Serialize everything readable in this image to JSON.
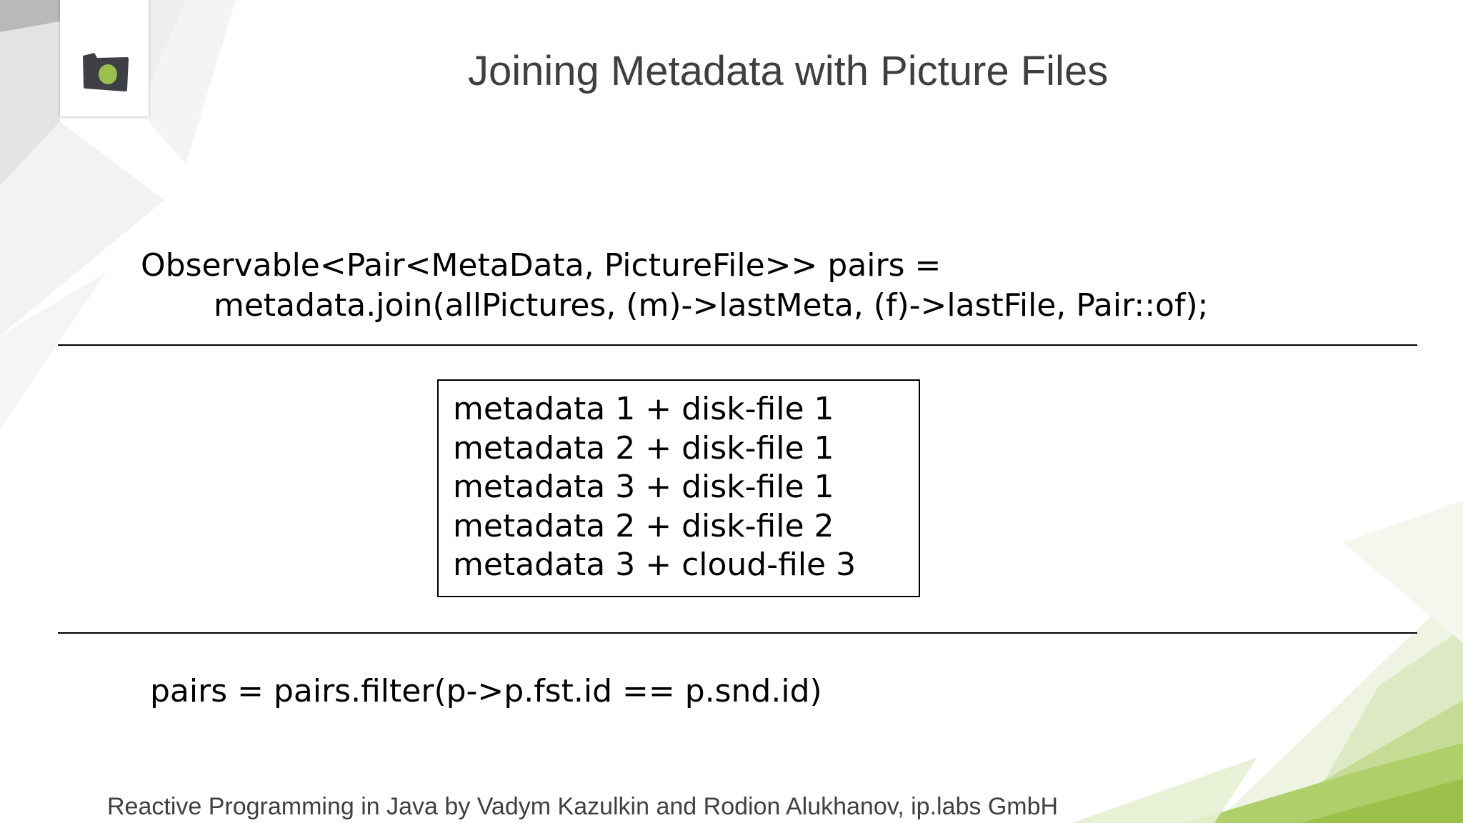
{
  "slide": {
    "title": "Joining Metadata with Picture Files",
    "code_top": [
      "Observable<Pair<MetaData, PictureFile>> pairs =",
      "metadata.join(allPictures, (m)->lastMeta, (f)->lastFile, Pair::of);"
    ],
    "results": [
      "metadata 1 + disk-file 1",
      "metadata 2 + disk-file 1",
      "metadata 3 + disk-file 1",
      "metadata 2 + disk-file 2",
      "metadata 3 + cloud-file 3"
    ],
    "code_filter": "pairs = pairs.filter(p->p.fst.id == p.snd.id)",
    "footer": "Reactive Programming in Java by Vadym Kazulkin and Rodion Alukhanov, ip.labs GmbH"
  },
  "icons": {
    "logo": "camera-logo-icon"
  },
  "colors": {
    "title": "#3f3f3f",
    "logo_dark": "#3d4045",
    "logo_accent": "#9bbf4c",
    "bg_green": "#9cc14a"
  }
}
